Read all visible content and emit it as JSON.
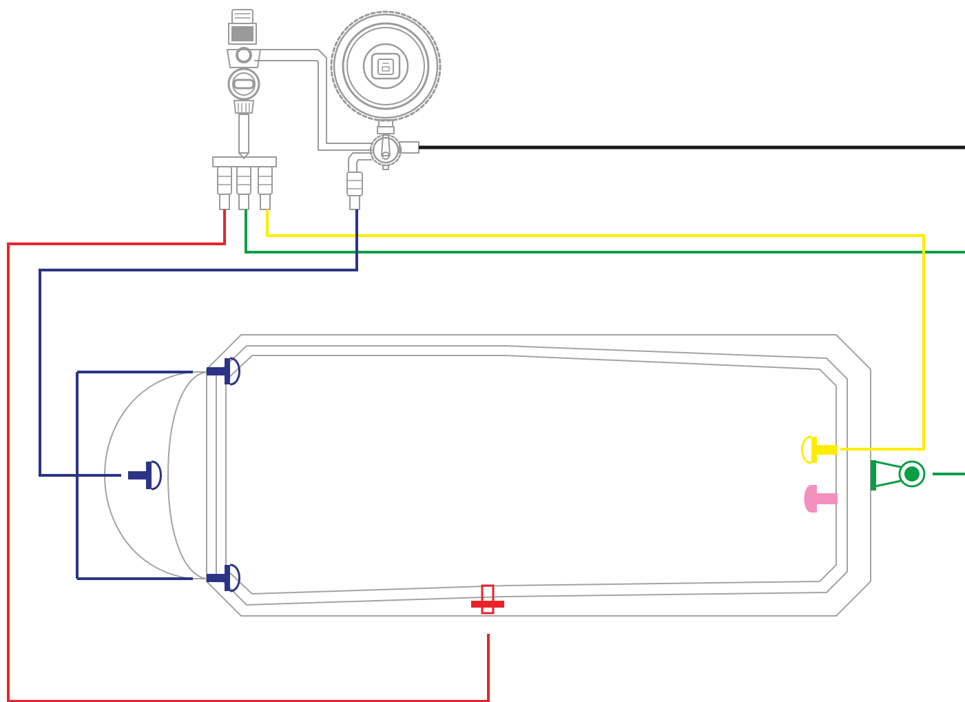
{
  "colors": {
    "background": "#ffffff",
    "equipment": "#9a9a9a",
    "outline": "#a3a3a3",
    "black_line": "#1a1a1a",
    "red_line": "#e8232a",
    "green_line": "#0a9e45",
    "yellow_line": "#ffed00",
    "blue_line": "#2b3486",
    "pink_fitting": "#f291bd"
  },
  "components": {
    "filter": {
      "icon": "sand-filter-icon"
    },
    "pump": {
      "icon": "pump-icon"
    },
    "valve": {
      "icon": "multiport-valve-icon"
    },
    "heat_exchanger": {
      "icon": "heat-exchanger-icon"
    },
    "pool": {
      "icon": "pool-outline-icon"
    },
    "fittings": {
      "skimmer_inlets": {
        "icon": "inlet-nozzle-icon",
        "color": "blue"
      },
      "main_drain": {
        "icon": "floor-drain-icon",
        "color": "red"
      },
      "return_nozzle": {
        "icon": "return-nozzle-icon",
        "color": "yellow"
      },
      "spare_nozzle": {
        "icon": "spare-nozzle-icon",
        "color": "pink"
      },
      "suction_outlet": {
        "icon": "suction-outlet-icon",
        "color": "green"
      }
    }
  }
}
